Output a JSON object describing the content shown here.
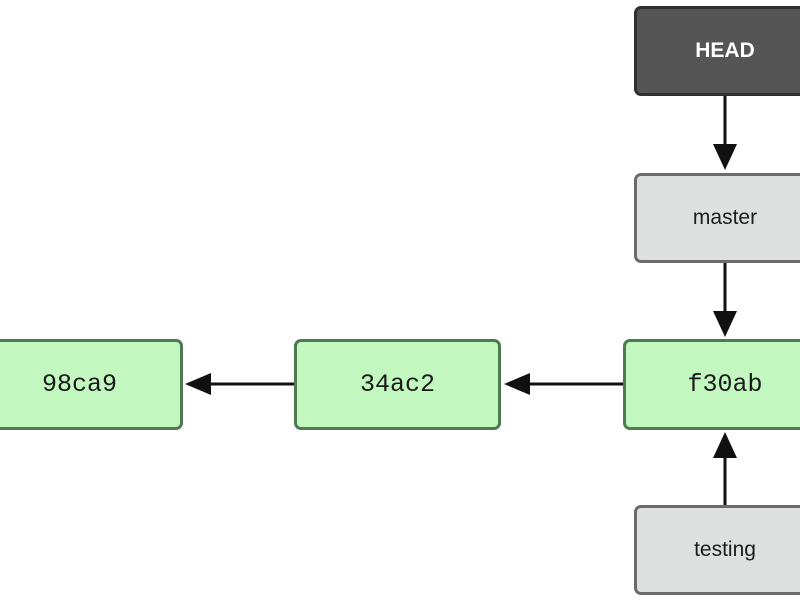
{
  "pointers": {
    "head": {
      "label": "HEAD"
    },
    "master": {
      "label": "master"
    },
    "testing": {
      "label": "testing"
    }
  },
  "commits": [
    {
      "id": "98ca9"
    },
    {
      "id": "34ac2"
    },
    {
      "id": "f30ab"
    }
  ],
  "colors": {
    "commit_fill": "#c3f7c0",
    "commit_border": "#4d7a4e",
    "branch_fill": "#dedfdf",
    "branch_border": "#6b6b6b",
    "head_fill": "#555555",
    "head_border": "#303030",
    "arrow": "#111111"
  }
}
